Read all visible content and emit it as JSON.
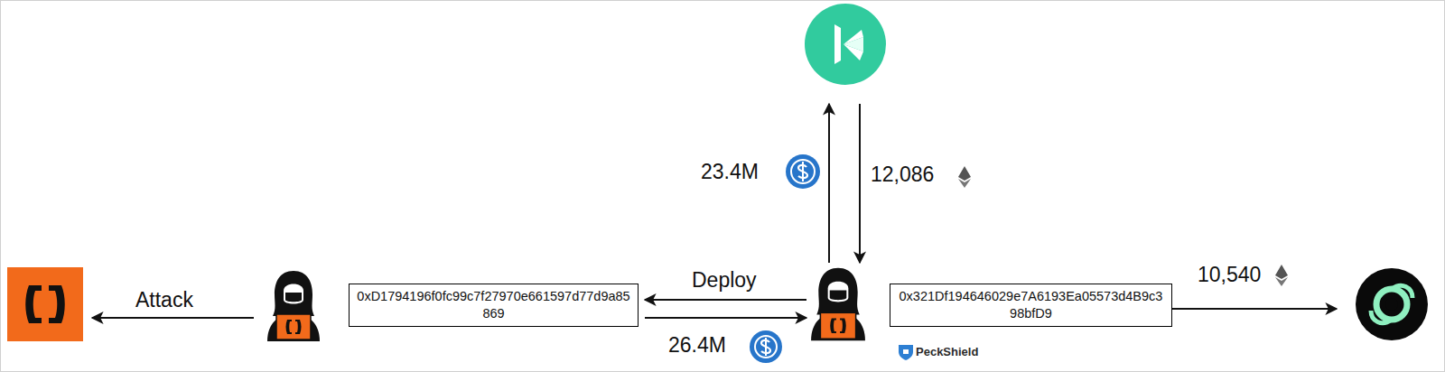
{
  "diagram": {
    "nodes": [
      {
        "text": []
      },
      {
        "text": []
      },
      {
        "text": []
      },
      {
        "text": [
          "0xD1794196f0fc99c7f27970e661597d77d9a85869"
        ]
      },
      {
        "text": []
      },
      {
        "text": [
          "0x321Df194646029e7A6193Ea05573d4B9c398bfD9"
        ]
      },
      {
        "text": []
      }
    ],
    "edges": [
      {
        "from": 2,
        "to": 1,
        "label": "Attack",
        "arrow": "to"
      },
      {
        "from": 4,
        "to": 3,
        "label": "Deploy",
        "arrow": "to"
      },
      {
        "from": 3,
        "to": 4,
        "label": "26.4M",
        "arrow": "to"
      },
      {
        "from": 4,
        "to": 0,
        "label": "23.4M",
        "arrow": "to"
      },
      {
        "from": 0,
        "to": 4,
        "label": "12,086",
        "arrow": "to"
      },
      {
        "from": 5,
        "to": 6,
        "label": "10,540",
        "arrow": "to"
      }
    ],
    "labels": [
      "PeckShield"
    ]
  }
}
